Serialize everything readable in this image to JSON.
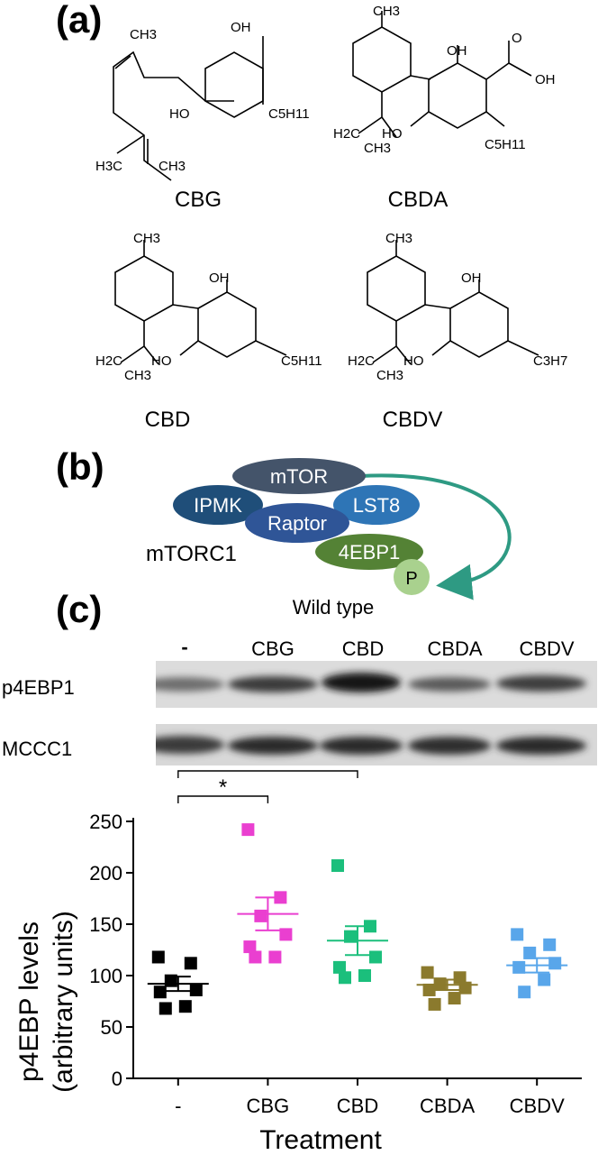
{
  "panels": {
    "a": "(a)",
    "b": "(b)",
    "c": "(c)"
  },
  "molecules": [
    {
      "name": "CBG",
      "groups": {
        "oh1": "OH",
        "oh2": "HO",
        "ch3a": "CH3",
        "ch3b": "H3C",
        "ch3c": "CH3",
        "chain": "C5H11"
      }
    },
    {
      "name": "CBDA",
      "groups": {
        "ch3": "CH3",
        "oh": "OH",
        "o": "O",
        "cooh": "OH",
        "ho": "HO",
        "h2c": "H2C",
        "ch3b": "CH3",
        "chain": "C5H11"
      }
    },
    {
      "name": "CBD",
      "groups": {
        "ch3": "CH3",
        "oh": "OH",
        "ho": "HO",
        "h2c": "H2C",
        "ch3b": "CH3",
        "chain": "C5H11"
      }
    },
    {
      "name": "CBDV",
      "groups": {
        "ch3": "CH3",
        "oh": "OH",
        "ho": "HO",
        "h2c": "H2C",
        "ch3b": "CH3",
        "chain": "C3H7"
      }
    }
  ],
  "complex": {
    "name": "mTORC1",
    "subunits": [
      "mTOR",
      "IPMK",
      "LST8",
      "Raptor",
      "4EBP1",
      "P"
    ],
    "colors": {
      "mTOR": "#44546a",
      "IPMK": "#1f4e79",
      "LST8": "#2e75b6",
      "Raptor": "#2f5597",
      "4EBP1": "#548235",
      "P": "#a9d18e",
      "arrow": "#2e9a83"
    }
  },
  "blot": {
    "title": "Wild type",
    "lanes": [
      "-",
      "CBG",
      "CBD",
      "CBDA",
      "CBDV"
    ],
    "rows": [
      "p4EBP1",
      "MCCC1"
    ]
  },
  "significance": [
    {
      "from": "-",
      "to": "CBG",
      "label": "*"
    },
    {
      "from": "-",
      "to": "CBD",
      "label": "*"
    }
  ],
  "chart_data": {
    "type": "scatter",
    "categories": [
      "-",
      "CBG",
      "CBD",
      "CBDA",
      "CBDV"
    ],
    "xlabel": "Treatment",
    "ylabel": "p4EBP levels",
    "ylabel2": "(arbitrary units)",
    "ylim": [
      0,
      250
    ],
    "yticks": [
      0,
      50,
      100,
      150,
      200,
      250
    ],
    "series": [
      {
        "category": "-",
        "color": "#000000",
        "values": [
          118,
          112,
          95,
          86,
          84,
          70,
          68
        ],
        "mean": 92,
        "sem": 7
      },
      {
        "category": "CBG",
        "color": "#ea3fd0",
        "values": [
          242,
          176,
          158,
          140,
          128,
          118,
          118
        ],
        "mean": 160,
        "sem": 16
      },
      {
        "category": "CBD",
        "color": "#1bbf7c",
        "values": [
          207,
          148,
          138,
          118,
          108,
          100,
          98
        ],
        "mean": 134,
        "sem": 14
      },
      {
        "category": "CBDA",
        "color": "#8b7a2d",
        "values": [
          103,
          98,
          92,
          88,
          86,
          78,
          72
        ],
        "mean": 91,
        "sem": 5
      },
      {
        "category": "CBDV",
        "color": "#59a6ea",
        "values": [
          140,
          130,
          122,
          112,
          108,
          96,
          84
        ],
        "mean": 110,
        "sem": 7
      }
    ]
  }
}
